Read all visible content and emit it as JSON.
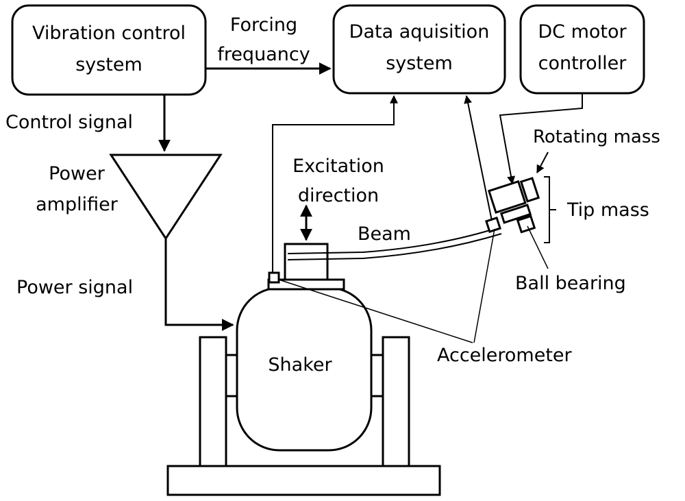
{
  "blocks": {
    "vibration_control": {
      "line1": "Vibration control",
      "line2": "system"
    },
    "data_acquisition": {
      "line1": "Data aquisition",
      "line2": "system"
    },
    "dc_motor": {
      "line1": "DC motor",
      "line2": "controller"
    },
    "power_amplifier": {
      "line1": "Power",
      "line2": "amplifier"
    },
    "shaker": {
      "label": "Shaker"
    }
  },
  "signals": {
    "forcing_frequency": {
      "line1": "Forcing",
      "line2": "frequancy"
    },
    "control_signal": "Control signal",
    "power_signal": "Power signal"
  },
  "labels": {
    "excitation_direction": {
      "line1": "Excitation",
      "line2": "direction"
    },
    "beam": "Beam",
    "rotating_mass": "Rotating mass",
    "tip_mass": "Tip mass",
    "ball_bearing": "Ball bearing",
    "accelerometer": "Accelerometer"
  }
}
